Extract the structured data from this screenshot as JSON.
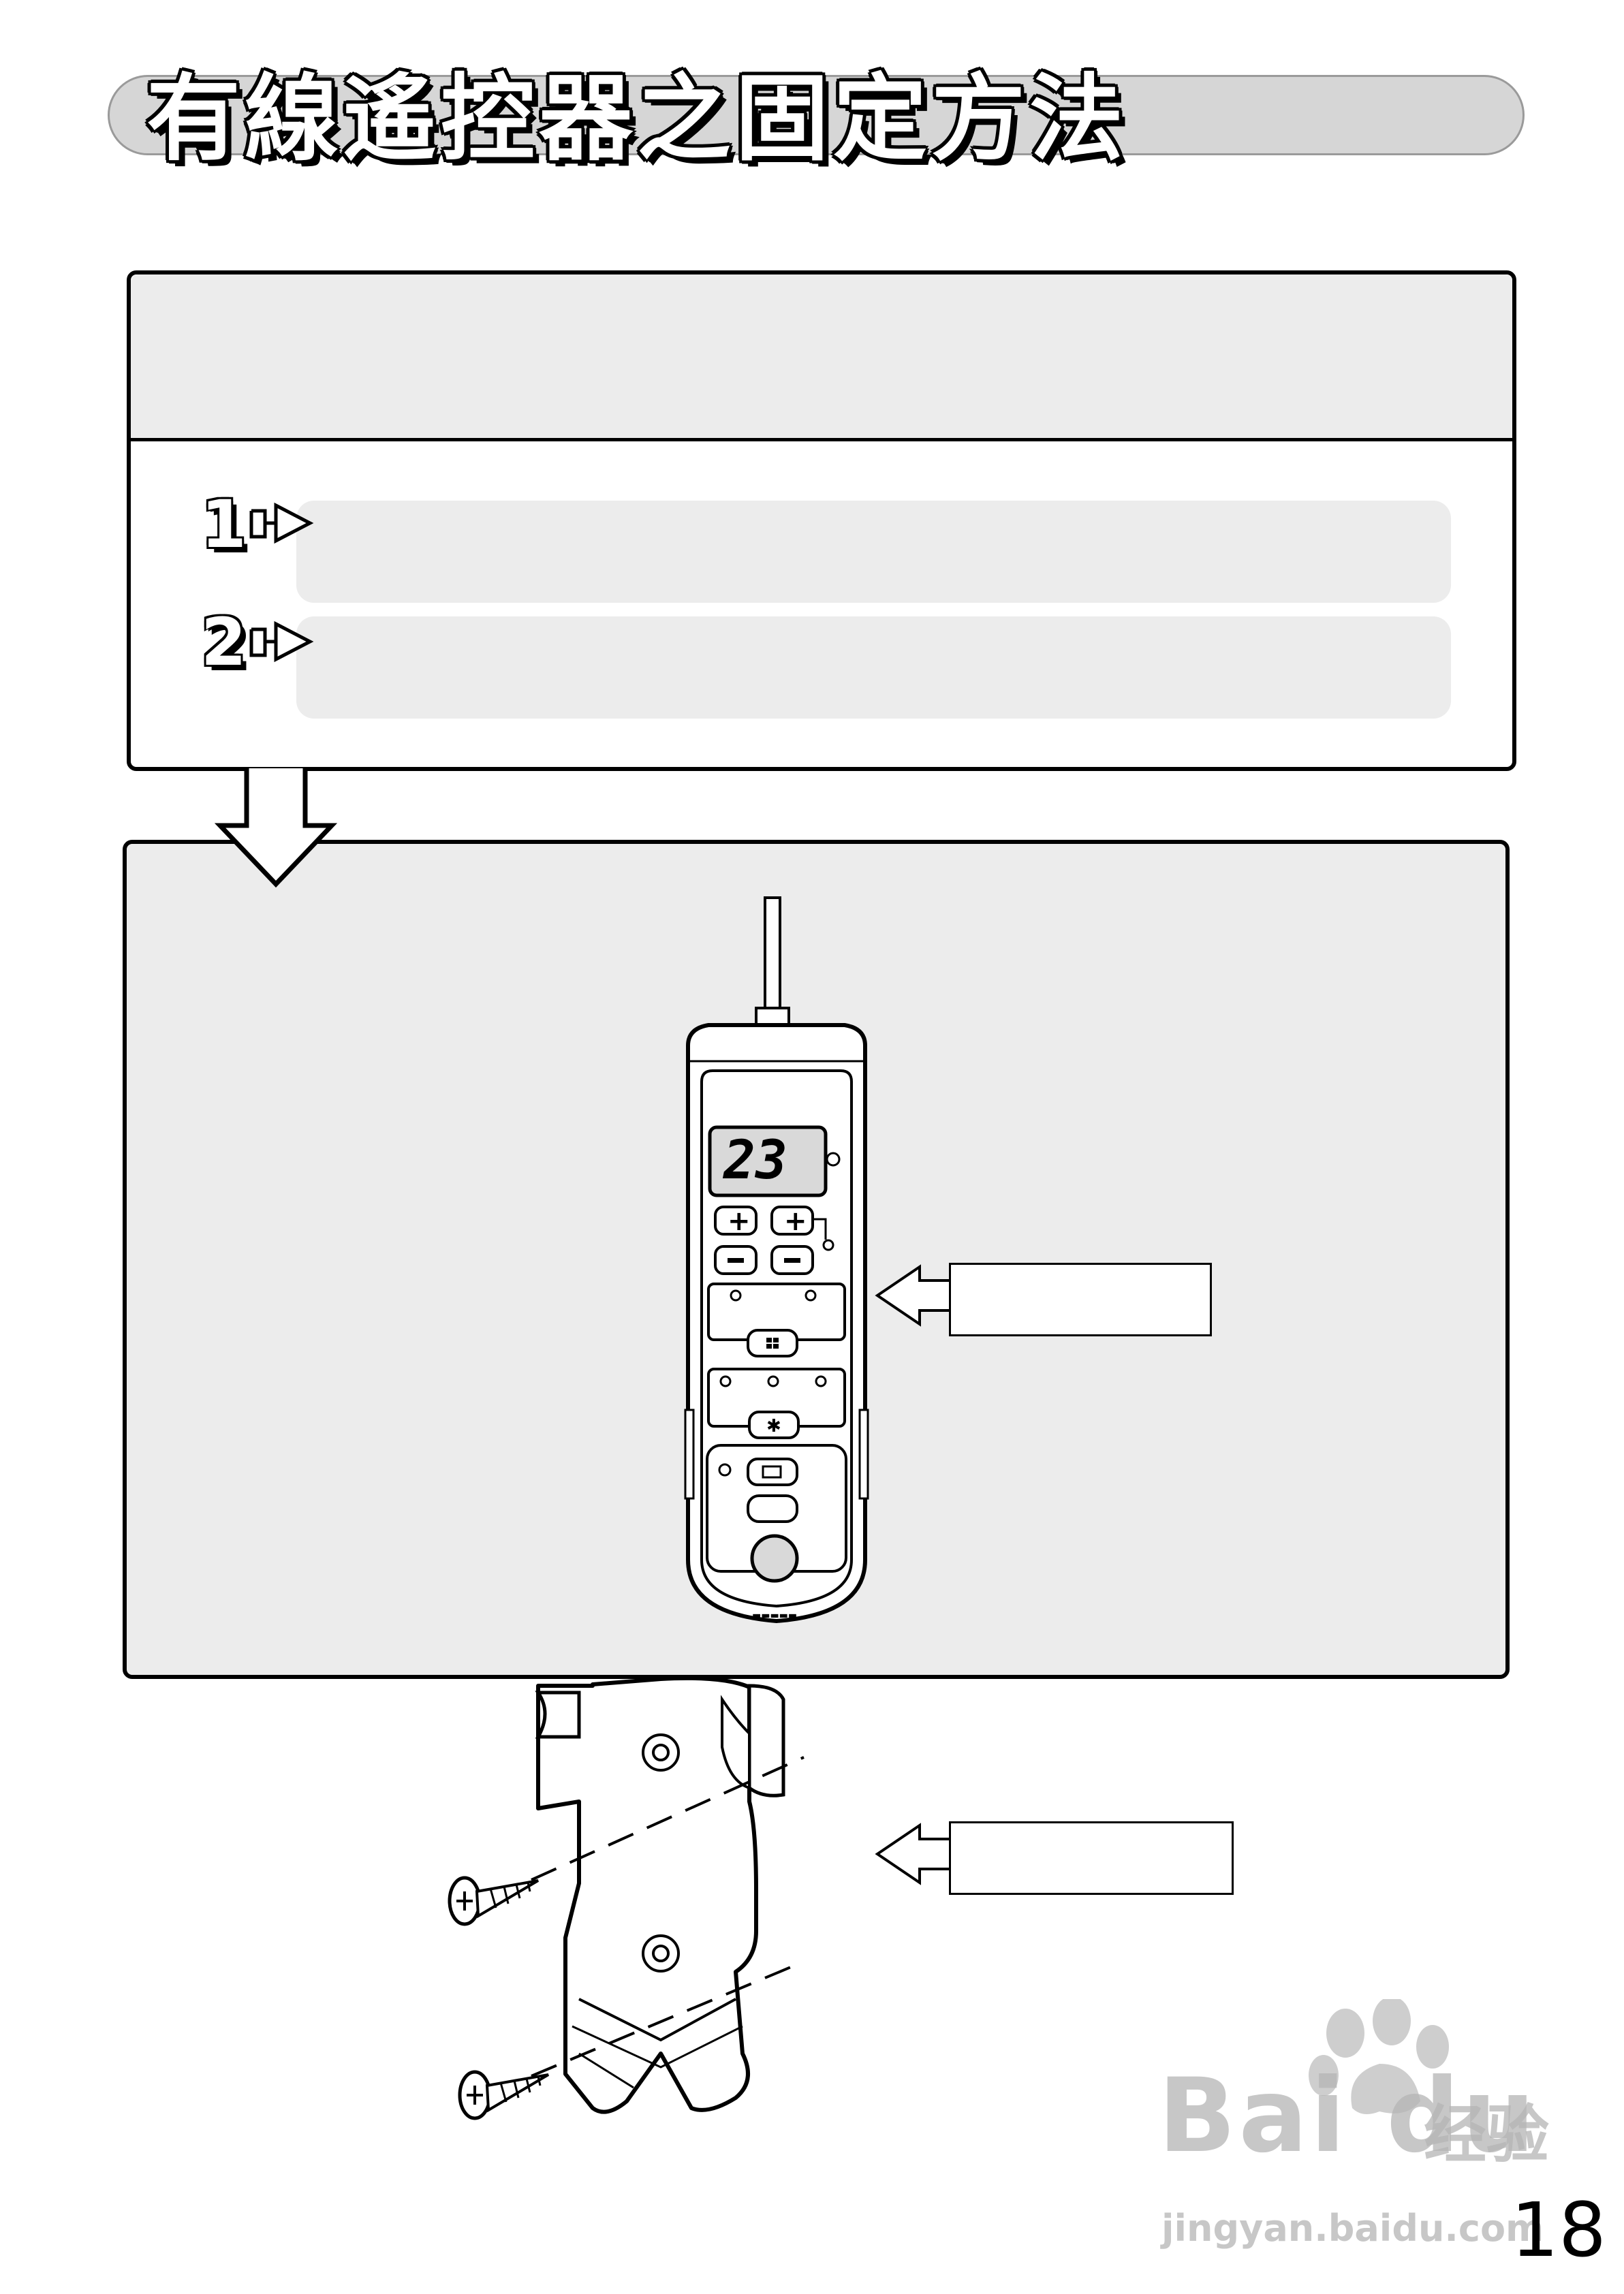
{
  "title": "有線遙控器之固定方法",
  "instructions": {
    "steps": [
      {
        "number": "1",
        "text": ""
      },
      {
        "number": "2",
        "text": ""
      }
    ]
  },
  "remote": {
    "display_value": "23"
  },
  "watermark": {
    "brand": "Bai du",
    "service": "经验",
    "url": "jingyan.baidu.com"
  },
  "page_number": "18",
  "colors": {
    "panel_gray": "#ececec",
    "title_bar_gray": "#d6d6d6",
    "ink": "#000000"
  }
}
